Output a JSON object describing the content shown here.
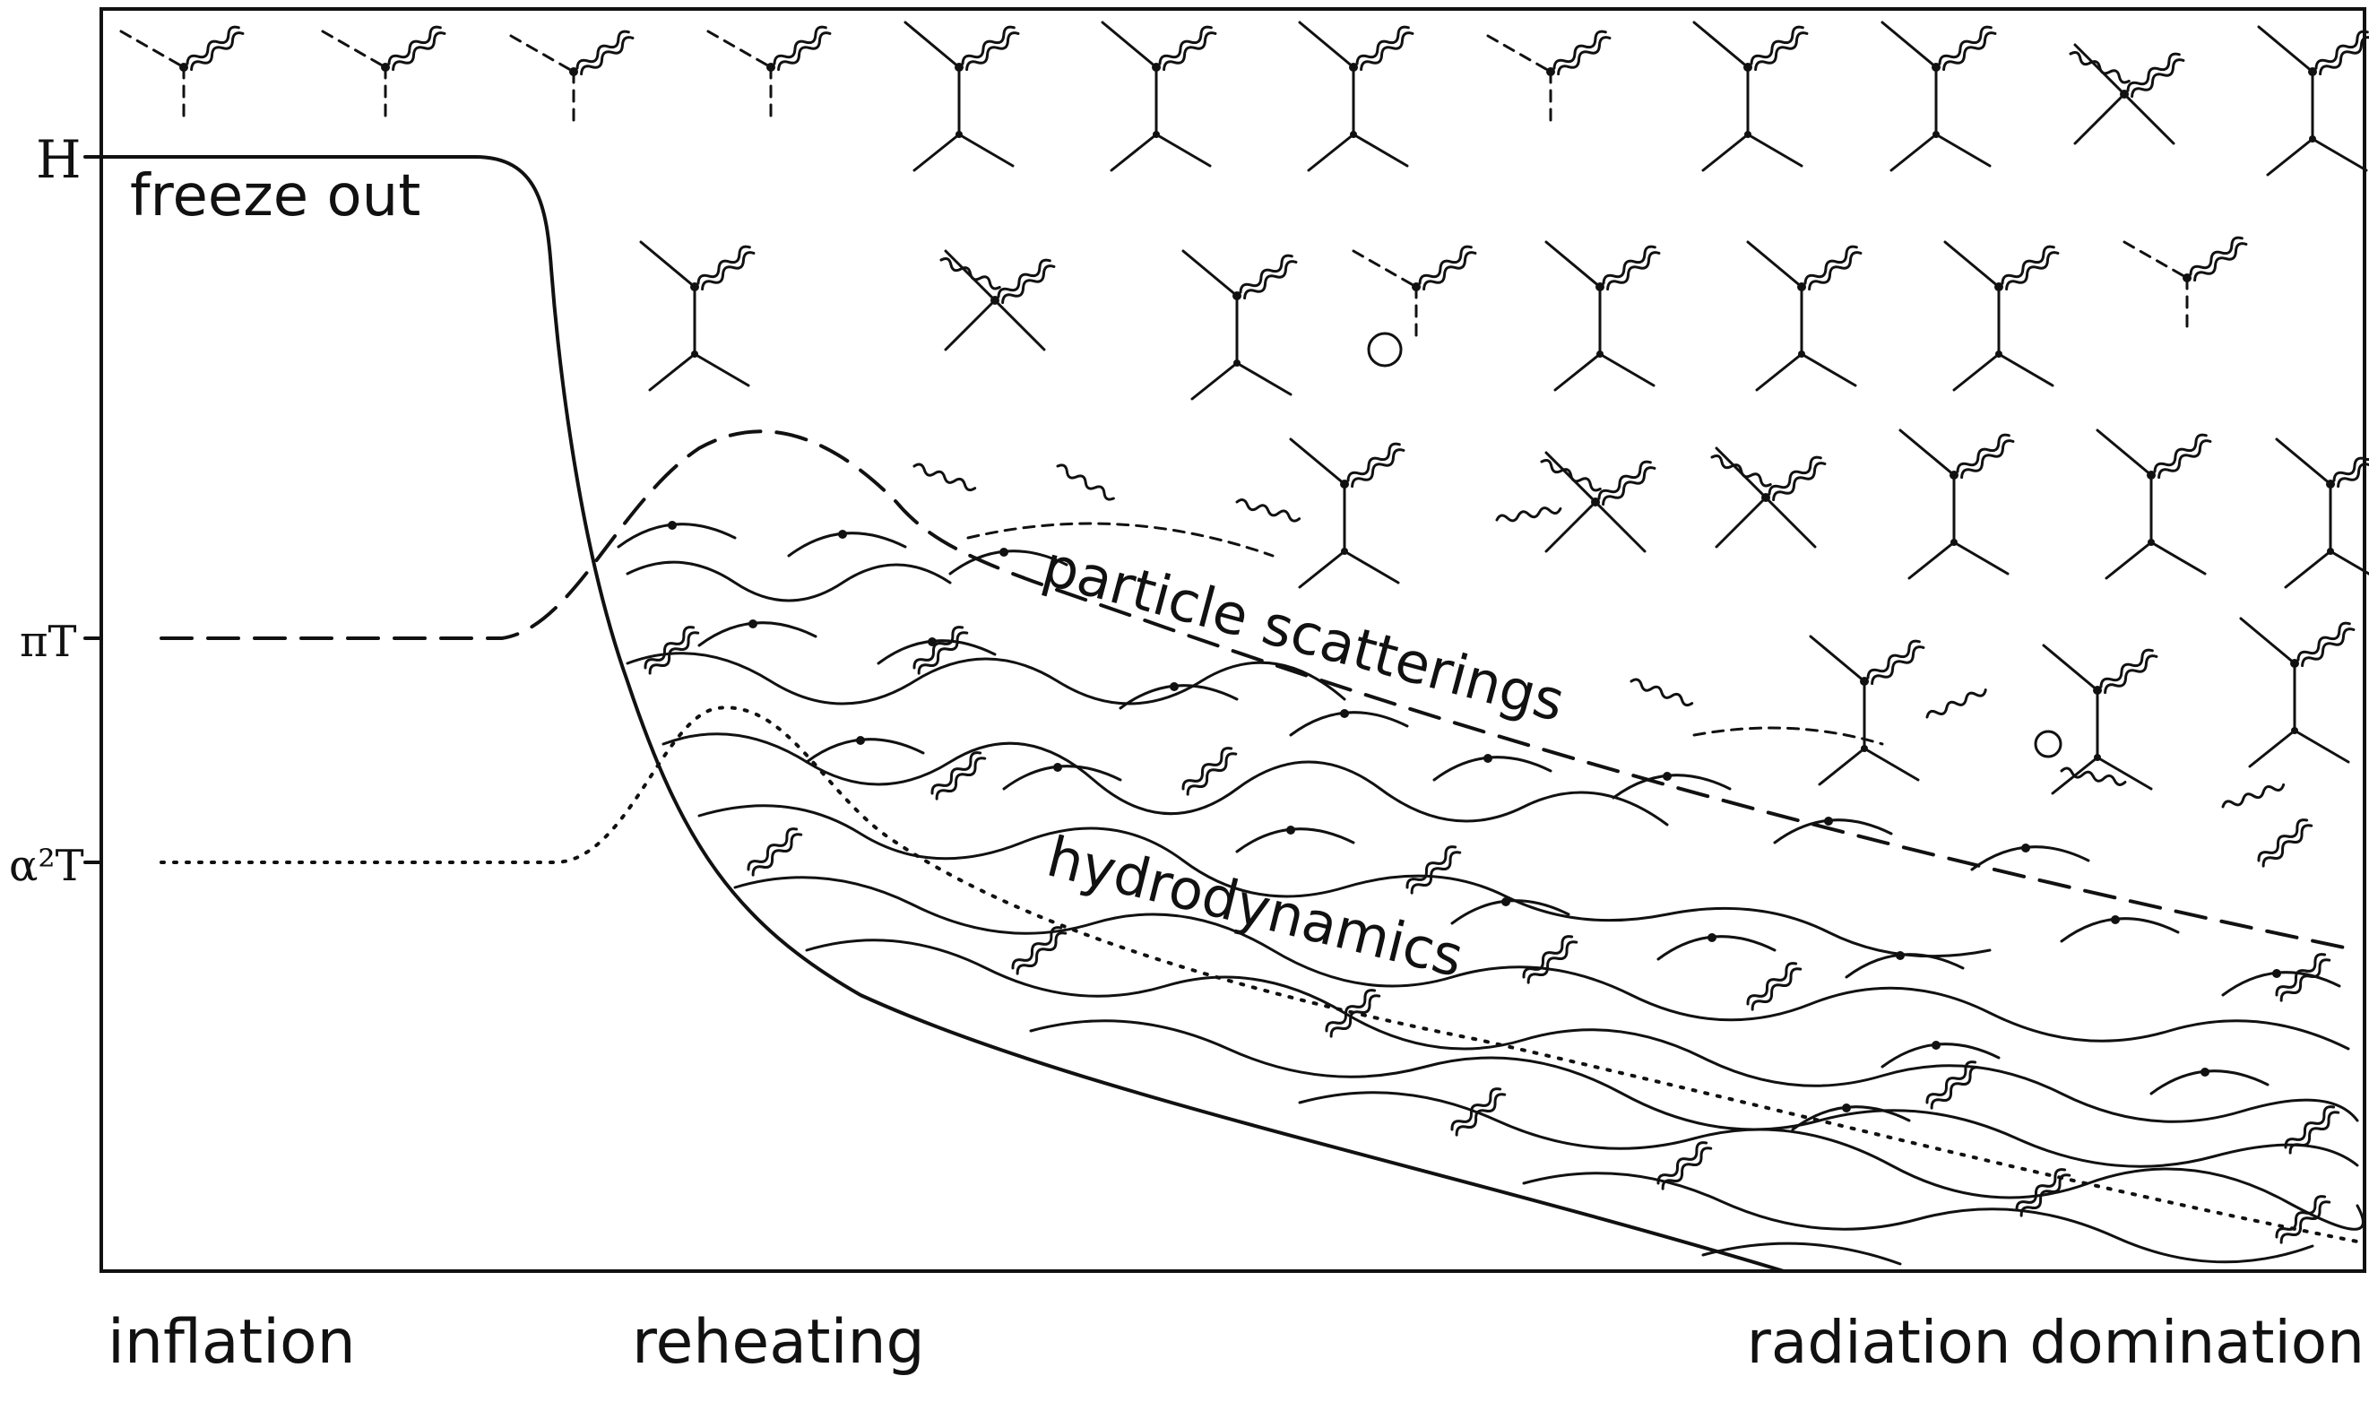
{
  "axis_labels": {
    "h": "H",
    "pi_t": "πT",
    "alpha2_t": "α²T"
  },
  "region_labels": {
    "freeze_out": "freeze out",
    "particle_scatterings": "particle scatterings",
    "hydrodynamics": "hydrodynamics"
  },
  "era_labels": {
    "inflation": "inflation",
    "reheating": "reheating",
    "radiation_domination": "radiation domination"
  },
  "style": {
    "ink": "#111111",
    "paper": "#ffffff"
  }
}
